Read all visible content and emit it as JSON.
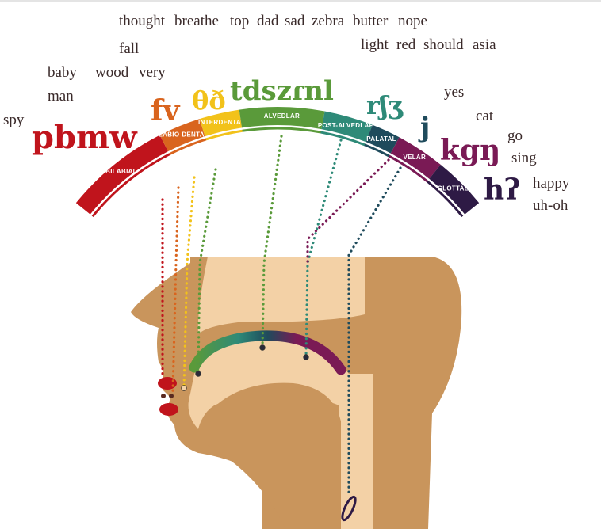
{
  "places": [
    {
      "id": "bilabial",
      "label": "BILABIAL",
      "symbols": "pbmw",
      "words": [
        "spy",
        "baby",
        "man",
        "wood"
      ],
      "color": "#c0141c"
    },
    {
      "id": "labio-dental",
      "label": "LABIO-DENTAL",
      "symbols": "fv",
      "words": [
        "fall",
        "very"
      ],
      "color": "#d9641e"
    },
    {
      "id": "interdental",
      "label": "INTERDENTAL",
      "symbols": "θð",
      "words": [
        "thought",
        "breathe"
      ],
      "color": "#f2c21a"
    },
    {
      "id": "alveolar",
      "label": "ALVEDLAR",
      "symbols": "tdszɾnl",
      "words": [
        "top",
        "dad",
        "sad",
        "zebra",
        "butter",
        "nope",
        "light"
      ],
      "color": "#5a9a3a"
    },
    {
      "id": "post-alveolar",
      "label": "POST-ALVEDLAR",
      "symbols": "rʃʒ",
      "words": [
        "red",
        "should",
        "asia"
      ],
      "color": "#2e8a78"
    },
    {
      "id": "palatal",
      "label": "PALATAL",
      "symbols": "j",
      "words": [
        "yes"
      ],
      "color": "#1f4b5c"
    },
    {
      "id": "velar",
      "label": "VELAR",
      "symbols": "kgŋ",
      "words": [
        "cat",
        "go",
        "sing"
      ],
      "color": "#7a1a55"
    },
    {
      "id": "glottal",
      "label": "GLOTTAL",
      "symbols": "hʔ",
      "words": [
        "happy",
        "uh-oh"
      ],
      "color": "#2e1a45"
    }
  ],
  "colors": {
    "skin": "#c9955c",
    "skin_light": "#f3d1a6",
    "lips": "#c0141c"
  }
}
